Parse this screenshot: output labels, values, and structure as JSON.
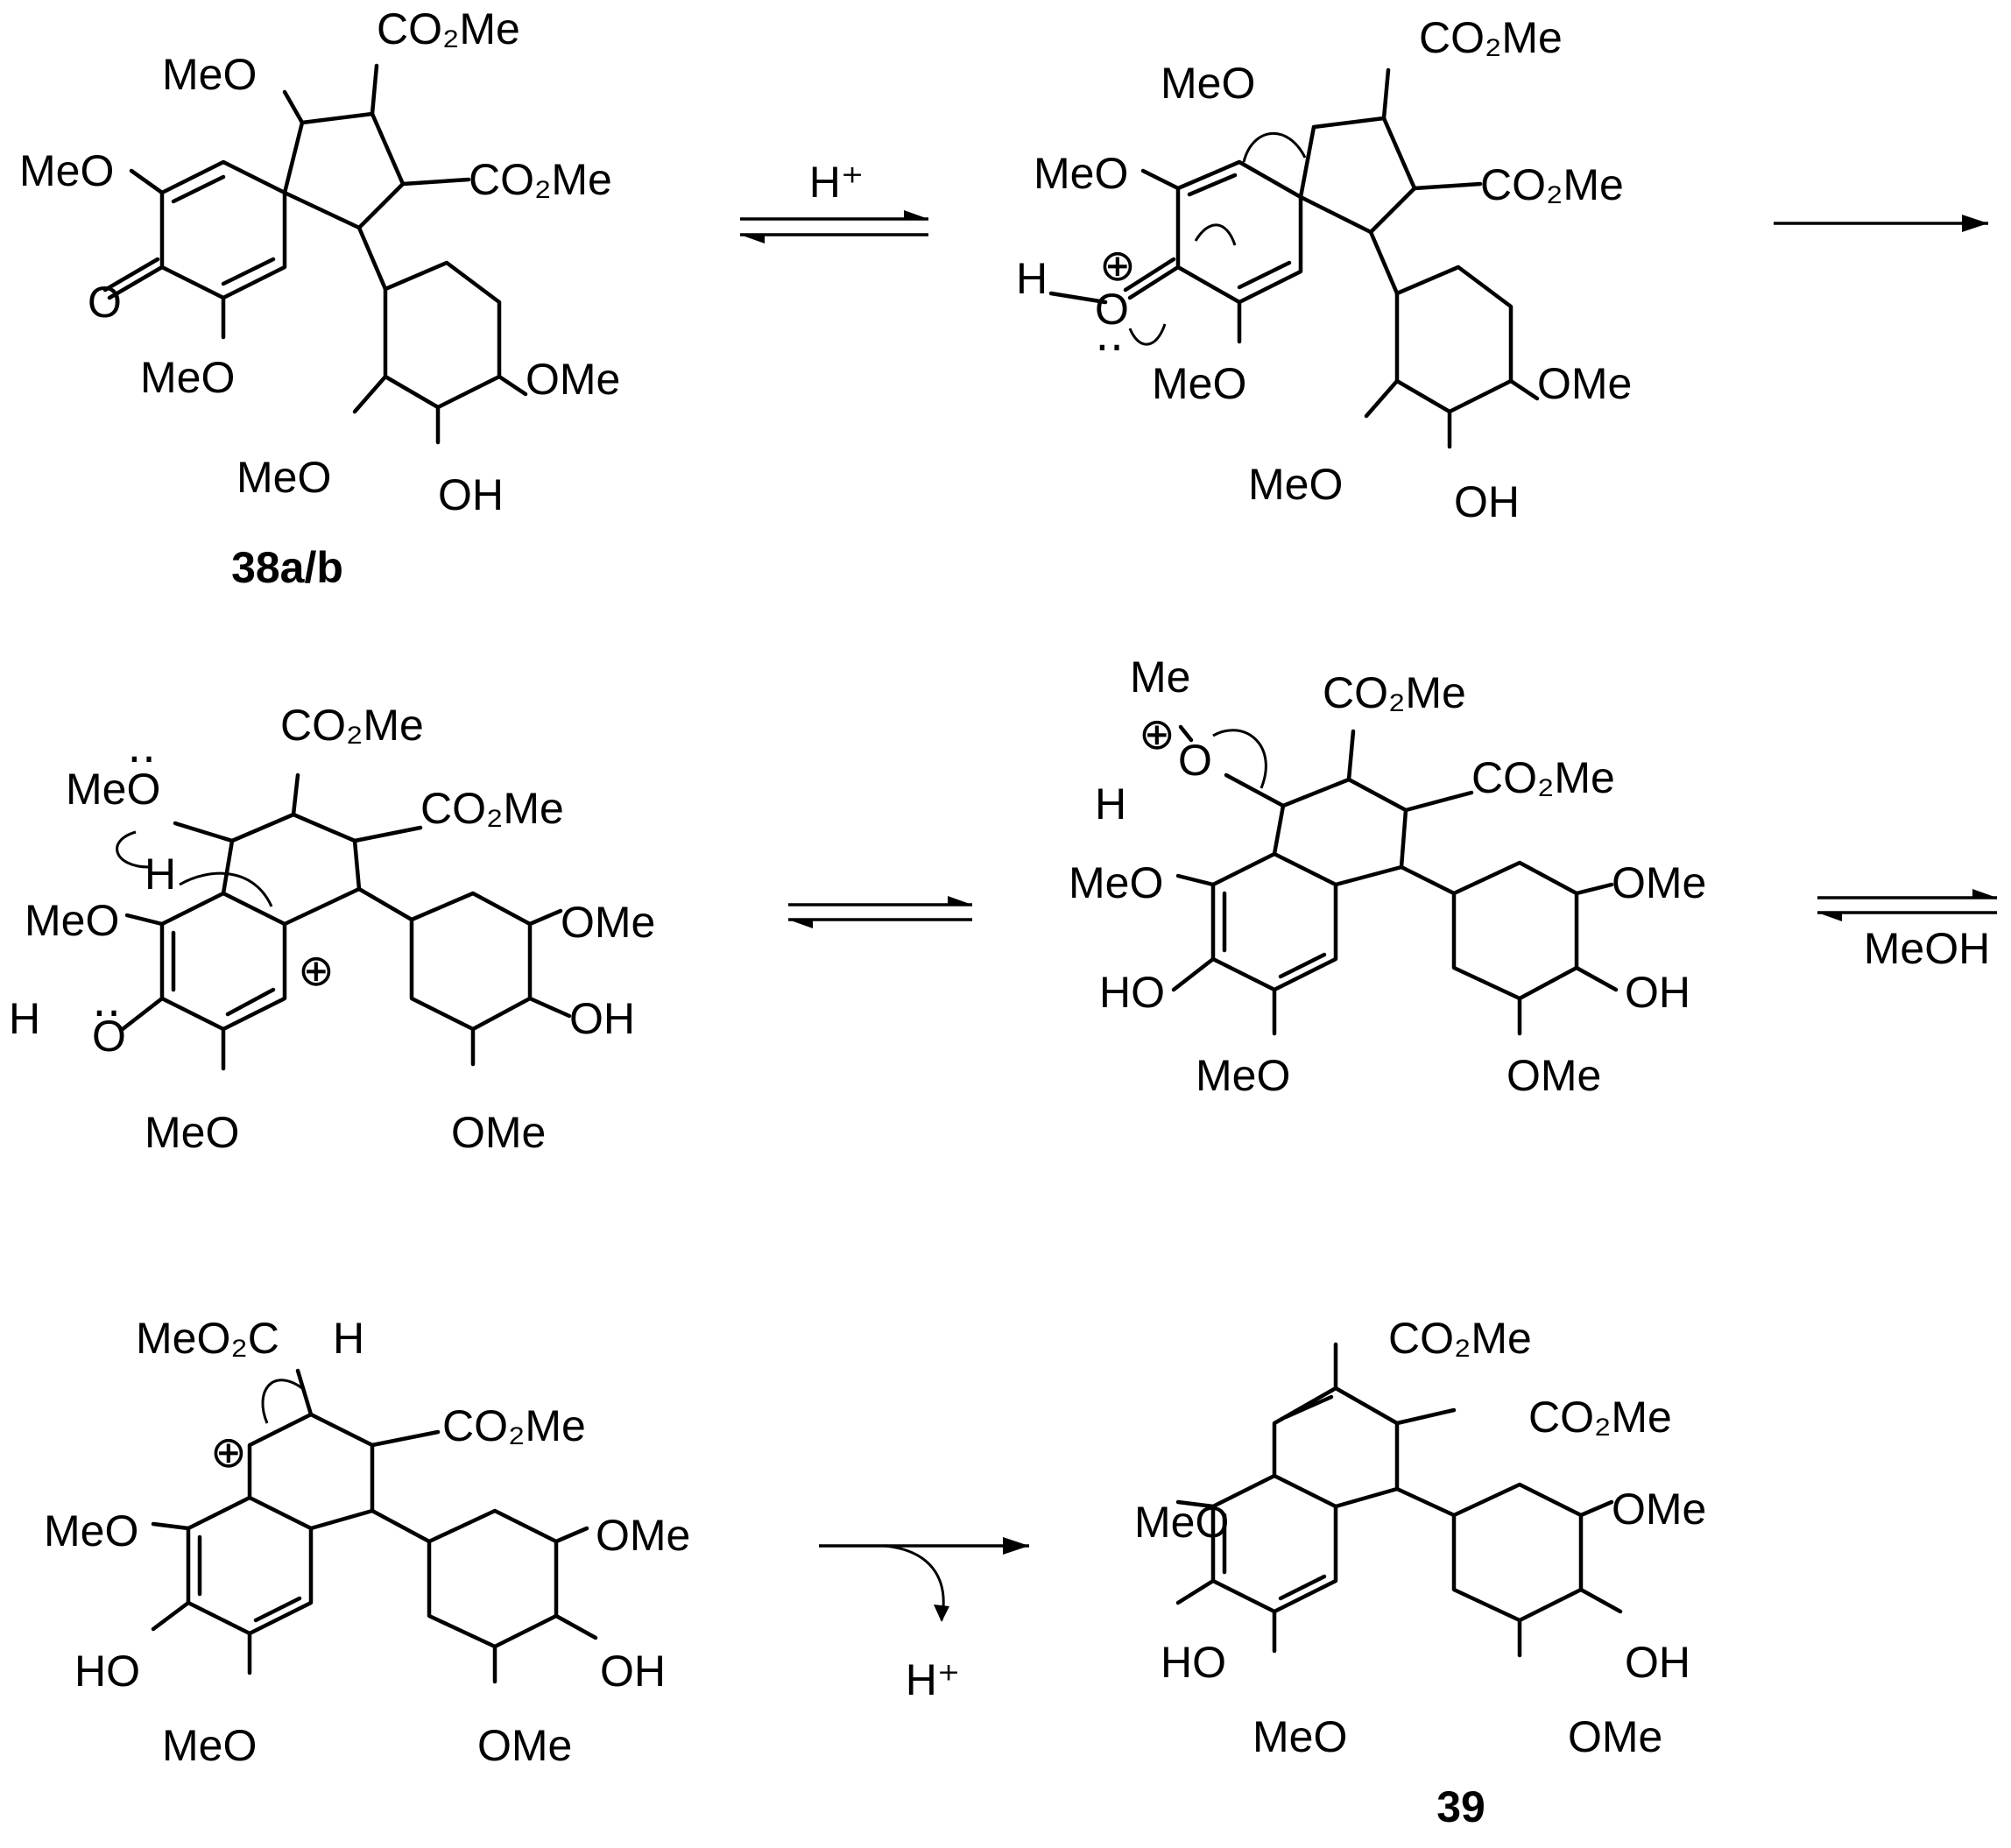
{
  "labels": {
    "co2me": "CO₂Me",
    "meo": "MeO",
    "ome": "OMe",
    "oh": "OH",
    "ho": "HO",
    "h": "H",
    "o": "O",
    "me": "Me",
    "meo2c": "MeO₂C",
    "plus": "⊕",
    "lone_pair": "‥"
  },
  "reagents": {
    "acid": "H⁺",
    "methanol": "MeOH",
    "proton_out": "H⁺"
  },
  "compounds": {
    "start": "38a/b",
    "product": "39"
  }
}
